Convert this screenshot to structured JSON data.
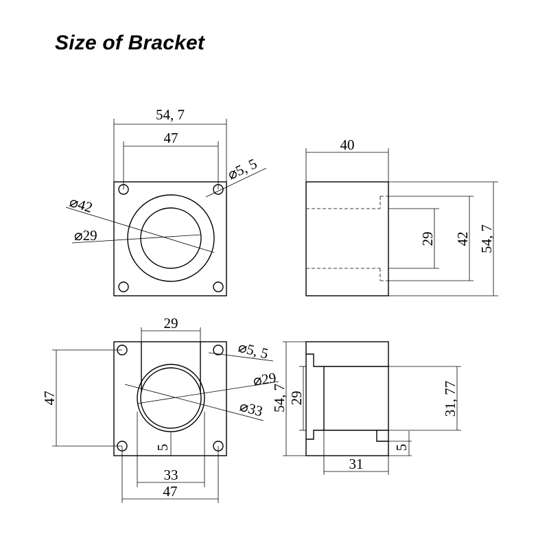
{
  "title": "Size of Bracket",
  "views": {
    "front": {
      "width": "54, 7",
      "hole_spacing": "47",
      "hole_dia": "⌀5, 5",
      "outer_dia": "⌀42",
      "inner_dia": "⌀29"
    },
    "side": {
      "depth": "40",
      "d29": "29",
      "d42": "42",
      "d547": "54, 7"
    },
    "rear": {
      "top_width": "29",
      "hole_dia": "⌀5, 5",
      "circle29": "⌀29",
      "circle33": "⌀33",
      "height47": "47",
      "bottom33": "33",
      "bottom47": "47",
      "small5": "5"
    },
    "section": {
      "total": "54, 7",
      "d29": "29",
      "d3177": "31, 77",
      "d31": "31",
      "d5": "5"
    }
  }
}
